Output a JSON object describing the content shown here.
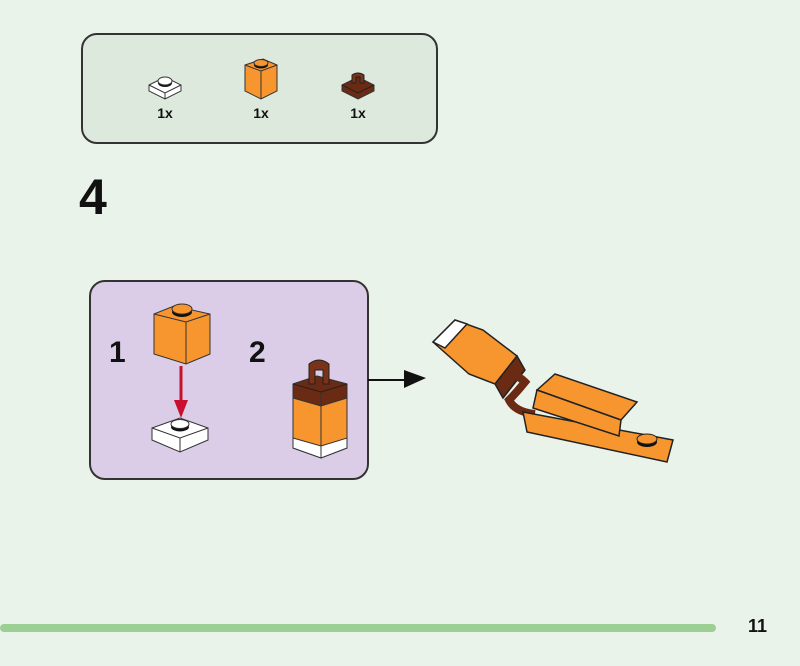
{
  "parts_list": {
    "items": [
      {
        "name": "white 1x1 plate",
        "qty": "1x",
        "color": "#ffffff"
      },
      {
        "name": "orange 1x1 brick",
        "qty": "1x",
        "color": "#f7962f"
      },
      {
        "name": "brown 1x1 plate with clip",
        "qty": "1x",
        "color": "#6b2a14"
      }
    ]
  },
  "step": {
    "number": "4",
    "substeps": [
      "1",
      "2"
    ]
  },
  "footer": {
    "page_number": "11"
  },
  "colors": {
    "background": "#eaf3ea",
    "parts_box": "#dce9dc",
    "substep_box": "#dbcde8",
    "orange": "#f7962f",
    "brown": "#6b2a14",
    "arrow_red": "#c8102e",
    "progress_bar": "#9ccf94"
  }
}
